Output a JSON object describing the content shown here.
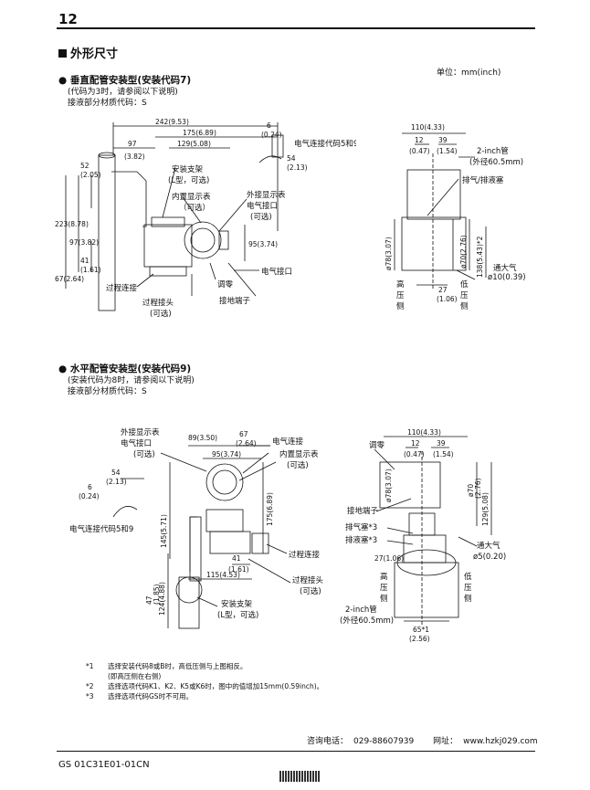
{
  "page_number": "12",
  "section_title": "外形尺寸",
  "unit_label": "单位：mm(inch)",
  "vertical": {
    "title": "垂直配管安装型(安装代码7)",
    "note_line": "(代码为3时，请参阅以下说明)",
    "material_line": "接液部分材质代码：S",
    "dims": {
      "d242": "242(9.53)",
      "d175": "175(6.89)",
      "d129": "129(5.08)",
      "d97": "97",
      "d97in": "(3.82)",
      "d52": "52",
      "d52in": "(2.05)",
      "d54": "54",
      "d54in": "(2.13)",
      "d6": "6",
      "d6in": "(0.24)",
      "d223": "223(8.78)",
      "d97v": "97(3.82)",
      "d67": "67(2.64)",
      "d41": "41",
      "d41in": "(1.61)",
      "d95": "95(3.74)"
    },
    "labels": {
      "conn_code": "电气连接代码5和9",
      "bracket1": "安装支架",
      "bracket2": "(L型，可选)",
      "indicator1": "内置显示表",
      "indicator2": "（可选）",
      "ext1": "外接显示表",
      "ext2": "电气接口",
      "ext3": "(可选)",
      "elec_port": "电气接口",
      "process_conn": "过程连接",
      "zero": "调零",
      "proc_joint1": "过程接头",
      "proc_joint2": "(可选)",
      "ground": "接地端子"
    },
    "side": {
      "d110": "110(4.33)",
      "d12": "12",
      "d12in": "(0.47)",
      "d39": "39",
      "d39in": "(1.54)",
      "pipe1": "2-inch管",
      "pipe2": "(外径60.5mm)",
      "drain": "排气/排液塞",
      "d78": "ø78(3.07)",
      "d70": "ø70(2.76)",
      "d138": "138(5.43)*2",
      "d27": "27",
      "d27in": "(1.06)",
      "vent1": "通大气",
      "vent2": "ø10(0.39)",
      "high": [
        "高",
        "压",
        "侧"
      ],
      "low": [
        "低",
        "压",
        "侧"
      ]
    }
  },
  "horizontal": {
    "title": "水平配管安装型(安装代码9)",
    "note_line": "(安装代码为8时，请参阅以下说明)",
    "material_line": "接液部分材质代码：S",
    "dims": {
      "d89": "89(3.50)",
      "d67": "67",
      "d67in": "(2.64)",
      "d95": "95(3.74)",
      "d54": "54",
      "d54in": "(2.13)",
      "d6": "6",
      "d6in": "(0.24)",
      "d145": "145(5.71)",
      "d175": "175(6.89)",
      "d124": "124(4.88)",
      "d47": "47",
      "d47in": "(1.85)",
      "d41": "41",
      "d41in": "(1.61)",
      "d115": "115(4.53)"
    },
    "labels": {
      "ext1": "外接显示表",
      "ext2": "电气接口",
      "ext3": "(可选)",
      "elec_conn": "电气连接",
      "indicator1": "内置显示表",
      "indicator2": "(可选)",
      "conn_code": "电气连接代码5和9",
      "process_conn": "过程连接",
      "proc_joint1": "过程接头",
      "proc_joint2": "(可选)",
      "bracket1": "安装支架",
      "bracket2": "(L型，可选)"
    },
    "side": {
      "d110": "110(4.33)",
      "zero": "调零",
      "d12": "12",
      "d12in": "(0.47)",
      "d39": "39",
      "d39in": "(1.54)",
      "d78": "ø78(3.07)",
      "d70": "ø70",
      "d70in": "(2.76)",
      "d129": "129(5.08)",
      "ground": "接地端子",
      "vent_plug": "排气塞*3",
      "drain_plug": "排液塞*3",
      "d27": "27(1.06)",
      "vent1": "通大气",
      "vent2": "ø5(0.20)",
      "high": [
        "高",
        "压",
        "侧"
      ],
      "low": [
        "低",
        "压",
        "侧"
      ],
      "pipe1": "2-inch管",
      "pipe2": "(外径60.5mm)",
      "d65": "65*1",
      "d65in": "(2.56)"
    }
  },
  "notes": [
    {
      "key": "*1",
      "text": "选择安装代码8或B时，高低压侧与上图相反。"
    },
    {
      "key": "",
      "text": "(即高压侧在右侧)"
    },
    {
      "key": "*2",
      "text": "选择选项代码K1、K2、K5或K6时，图中的值增加15mm(0.59inch)。"
    },
    {
      "key": "*3",
      "text": "选择选项代码GS时不可用。"
    }
  ],
  "contact": {
    "phone_label": "咨询电话：",
    "phone": "029-88607939",
    "web_label": "网址：",
    "web": "www.hzkj029.com"
  },
  "doc_code": "GS 01C31E01-01CN"
}
